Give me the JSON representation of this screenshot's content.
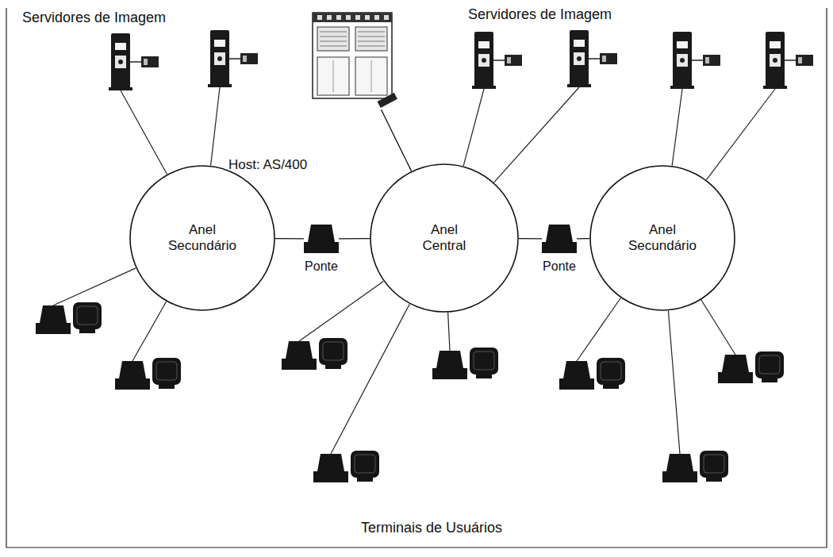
{
  "diagram": {
    "nodes": [
      {
        "text": [
          "Anel Secundário"
        ]
      },
      {
        "text": [
          "Ponte"
        ]
      },
      {
        "text": [
          "Anel Central"
        ]
      },
      {
        "text": [
          "Ponte"
        ]
      },
      {
        "text": [
          "Anel Secundário"
        ]
      },
      {
        "text": [
          "Host: AS/400"
        ]
      }
    ],
    "edges": [
      {
        "from": 0,
        "to": 1,
        "arrow": "none"
      },
      {
        "from": 1,
        "to": 2,
        "arrow": "none"
      },
      {
        "from": 2,
        "to": 3,
        "arrow": "none"
      },
      {
        "from": 3,
        "to": 4,
        "arrow": "none"
      },
      {
        "from": 5,
        "to": 2,
        "arrow": "none"
      }
    ],
    "labels": [
      "Servidores de Imagem",
      "Servidores de Imagem",
      "Terminais de Usuários"
    ]
  }
}
